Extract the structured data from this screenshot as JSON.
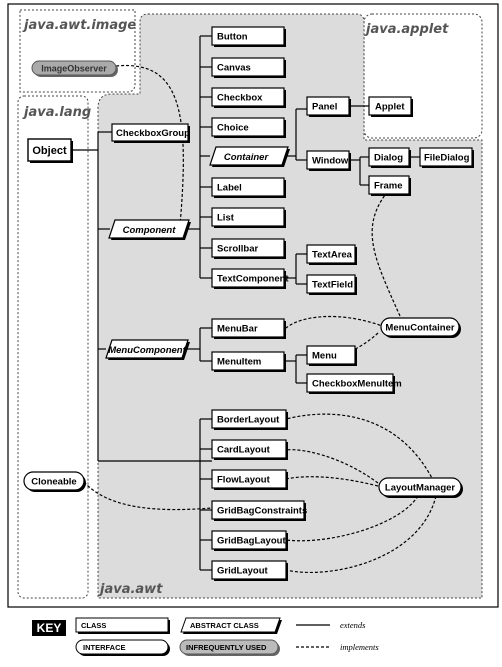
{
  "packages": {
    "awt_image": "java.awt.image",
    "applet": "java.applet",
    "lang": "java.lang",
    "awt": "java.awt"
  },
  "classes": {
    "image_observer": "ImageObserver",
    "object": "Object",
    "cloneable": "Cloneable",
    "checkbox_group": "CheckboxGroup",
    "component": "Component",
    "menu_component": "MenuComponent",
    "button": "Button",
    "canvas": "Canvas",
    "checkbox": "Checkbox",
    "choice": "Choice",
    "container": "Container",
    "label": "Label",
    "list": "List",
    "scrollbar": "Scrollbar",
    "text_component": "TextComponent",
    "panel": "Panel",
    "window": "Window",
    "applet": "Applet",
    "dialog": "Dialog",
    "file_dialog": "FileDialog",
    "frame": "Frame",
    "text_area": "TextArea",
    "text_field": "TextField",
    "menu_bar": "MenuBar",
    "menu_item": "MenuItem",
    "menu": "Menu",
    "checkbox_menu_item": "CheckboxMenuItem",
    "menu_container": "MenuContainer",
    "border_layout": "BorderLayout",
    "card_layout": "CardLayout",
    "flow_layout": "FlowLayout",
    "grid_bag_constraints": "GridBagConstraints",
    "grid_bag_layout": "GridBagLayout",
    "grid_layout": "GridLayout",
    "layout_manager": "LayoutManager"
  },
  "key": {
    "title": "KEY",
    "class": "CLASS",
    "abstract_class": "ABSTRACT CLASS",
    "interface": "INTERFACE",
    "infrequently_used": "INFREQUENTLY USED",
    "extends": "extends",
    "implements": "implements"
  }
}
